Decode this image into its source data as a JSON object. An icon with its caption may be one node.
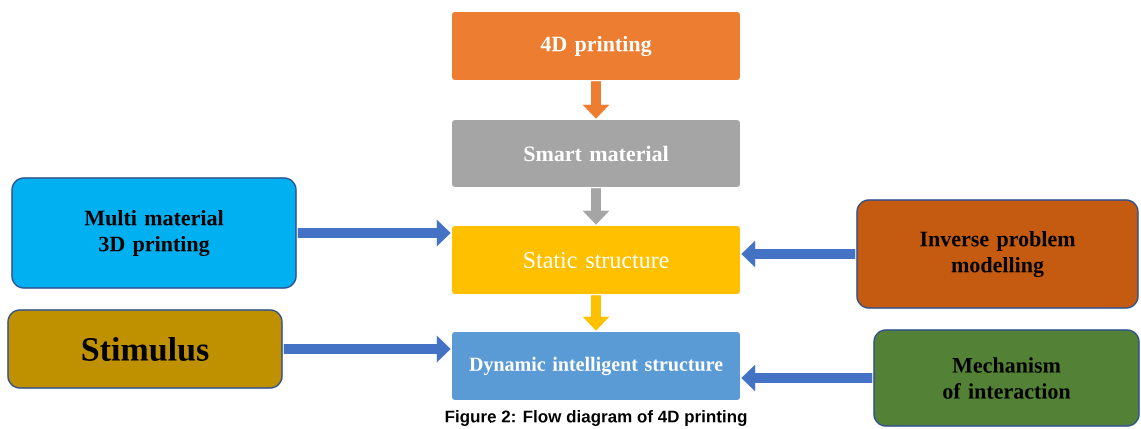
{
  "diagram": {
    "caption": "Figure 2: Flow diagram of 4D printing",
    "nodes": [
      {
        "text": [
          "4D printing"
        ]
      },
      {
        "text": [
          "Smart material"
        ]
      },
      {
        "text": [
          "Multi material 3D printing"
        ]
      },
      {
        "text": [
          "Static structure"
        ]
      },
      {
        "text": [
          "Inverse problem modelling"
        ]
      },
      {
        "text": [
          "Stimulus"
        ]
      },
      {
        "text": [
          "Dynamic intelligent structure"
        ]
      },
      {
        "text": [
          "Mechanism of interaction"
        ]
      }
    ],
    "edges": [
      {
        "from": 0,
        "to": 1,
        "arrow": "to",
        "color": "#ed7d31"
      },
      {
        "from": 1,
        "to": 3,
        "arrow": "to",
        "color": "#a5a5a5"
      },
      {
        "from": 2,
        "to": 3,
        "arrow": "to"
      },
      {
        "from": 4,
        "to": 3,
        "arrow": "to"
      },
      {
        "from": 3,
        "to": 6,
        "arrow": "to",
        "color": "#ffc000"
      },
      {
        "from": 5,
        "to": 6,
        "arrow": "to"
      },
      {
        "from": 7,
        "to": 6,
        "arrow": "to"
      }
    ]
  }
}
